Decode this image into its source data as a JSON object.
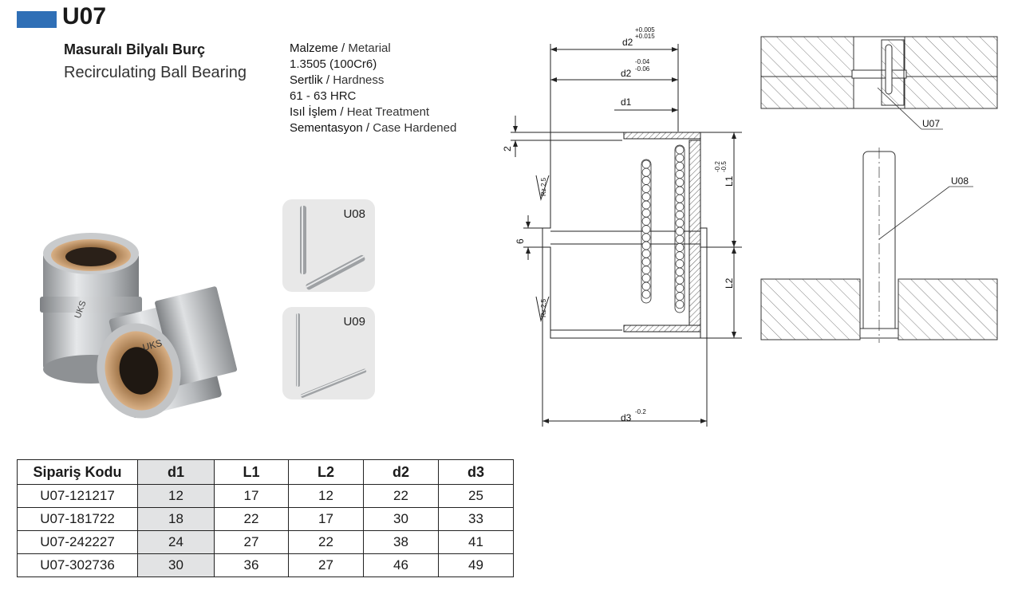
{
  "header": {
    "code": "U07",
    "title_tr": "Masuralı Bilyalı Burç",
    "title_en": "Recirculating Ball Bearing",
    "accent_color": "#2f6fb6"
  },
  "specs": [
    {
      "tr": "Malzeme",
      "en": "Metarial"
    },
    {
      "value": "1.3505 (100Cr6)"
    },
    {
      "tr": "Sertlik",
      "en": "Hardness"
    },
    {
      "value": "61 - 63 HRC"
    },
    {
      "tr": "Isıl İşlem",
      "en": "Heat Treatment"
    },
    {
      "tr": "Sementasyon",
      "en": "Case Hardened"
    }
  ],
  "product_photo": {
    "brand_mark": "UKS"
  },
  "thumbnails": [
    {
      "label": "U08"
    },
    {
      "label": "U09"
    }
  ],
  "drawing": {
    "d2_outer": "d2",
    "d2_outer_tol_upper": "+0.005",
    "d2_outer_tol_lower": "+0.015",
    "d2_inner": "d2",
    "d2_inner_tol_upper": "-0.04",
    "d2_inner_tol_lower": "-0.06",
    "d1": "d1",
    "dim_2": "2",
    "rz_top": "Rz 2.5",
    "dim_6": "6",
    "rz_bottom": "Rz 2.5",
    "l1": "L1",
    "l1_tol_upper": "-0.2",
    "l1_tol_lower": "-0.5",
    "l2": "L2",
    "d3": "d3",
    "d3_tol": "-0.2",
    "callout_u07": "U07",
    "callout_u08": "U08"
  },
  "table": {
    "headers": [
      "Sipariş Kodu",
      "d1",
      "L1",
      "L2",
      "d2",
      "d3"
    ],
    "rows": [
      [
        "U07-121217",
        "12",
        "17",
        "12",
        "22",
        "25"
      ],
      [
        "U07-181722",
        "18",
        "22",
        "17",
        "30",
        "33"
      ],
      [
        "U07-242227",
        "24",
        "27",
        "22",
        "38",
        "41"
      ],
      [
        "U07-302736",
        "30",
        "36",
        "27",
        "46",
        "49"
      ]
    ]
  }
}
